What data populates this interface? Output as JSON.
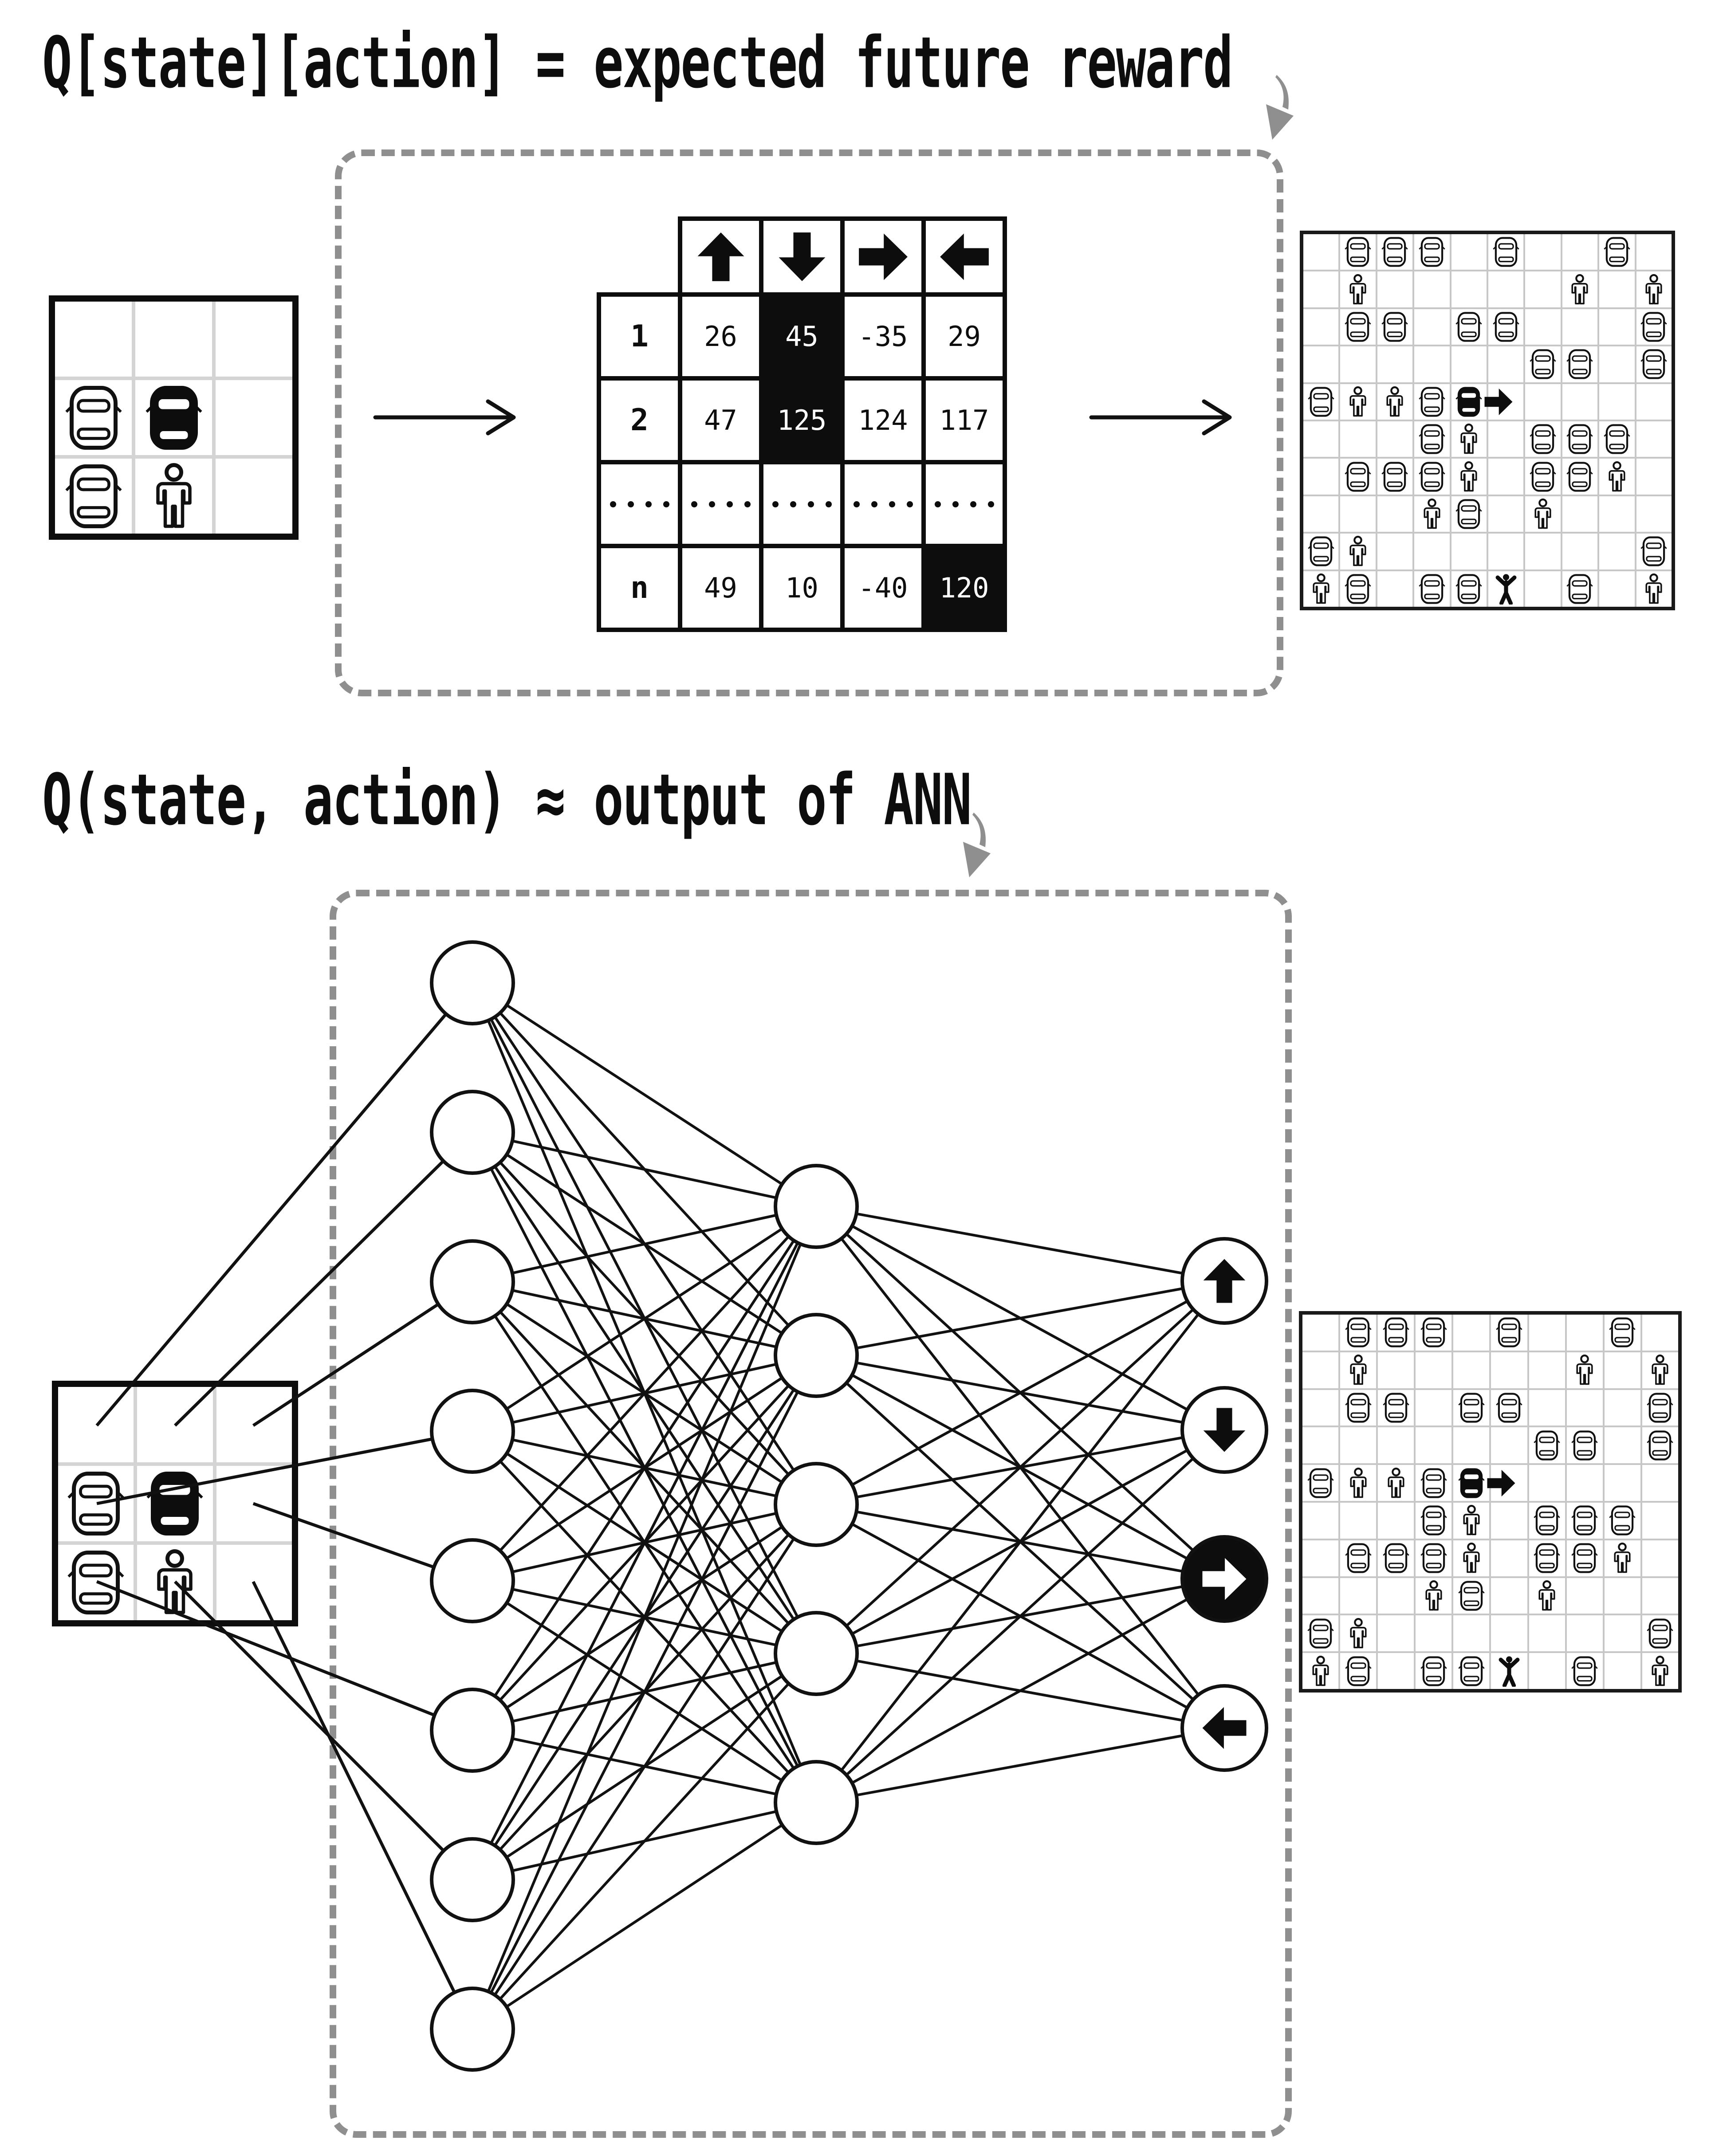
{
  "titles": {
    "q_table": "Q[state][action] = expected future reward",
    "q_ann": "Q(state, action) ≈ output of ANN"
  },
  "q_table": {
    "actions": [
      {
        "icon": "arrow-up"
      },
      {
        "icon": "arrow-down"
      },
      {
        "icon": "arrow-right"
      },
      {
        "icon": "arrow-left"
      }
    ],
    "rows": [
      {
        "label": "1",
        "values": [
          "26",
          "45",
          "-35",
          "29"
        ],
        "highlight": 1
      },
      {
        "label": "2",
        "values": [
          "47",
          "125",
          "124",
          "117"
        ],
        "highlight": 1
      },
      {
        "label": "dots",
        "values": [
          "dots",
          "dots",
          "dots",
          "dots"
        ],
        "highlight": -1
      },
      {
        "label": "n",
        "values": [
          "49",
          "10",
          "-40",
          "120"
        ],
        "highlight": 3
      }
    ]
  },
  "state_grid": {
    "cells": [
      [
        "",
        "",
        ""
      ],
      [
        "car",
        "car-black",
        ""
      ],
      [
        "car",
        "person",
        ""
      ]
    ]
  },
  "world_grid": {
    "cells": [
      [
        "",
        "car",
        "car",
        "car",
        "",
        "car",
        "",
        "",
        "car",
        ""
      ],
      [
        "",
        "person",
        "",
        "",
        "",
        "",
        "",
        "person",
        "",
        "person"
      ],
      [
        "",
        "car",
        "car",
        "",
        "car",
        "car",
        "",
        "",
        "",
        "car"
      ],
      [
        "",
        "",
        "",
        "",
        "",
        "",
        "car",
        "car",
        "",
        "car"
      ],
      [
        "car",
        "person",
        "person",
        "car",
        "car-black",
        "arrow-right",
        "",
        "",
        "",
        ""
      ],
      [
        "",
        "",
        "",
        "car",
        "person",
        "",
        "car",
        "car",
        "car",
        ""
      ],
      [
        "",
        "car",
        "car",
        "car",
        "person",
        "",
        "car",
        "car",
        "person",
        ""
      ],
      [
        "",
        "",
        "",
        "person",
        "car",
        "",
        "person",
        "",
        "",
        ""
      ],
      [
        "car",
        "person",
        "",
        "",
        "",
        "",
        "",
        "",
        "",
        "car"
      ],
      [
        "person",
        "car",
        "",
        "car",
        "car",
        "goal",
        "",
        "car",
        "",
        "person"
      ]
    ]
  },
  "network": {
    "input_count": 8,
    "hidden_count": 5,
    "outputs": [
      {
        "icon": "arrow-up",
        "active": false
      },
      {
        "icon": "arrow-down",
        "active": false
      },
      {
        "icon": "arrow-right",
        "active": true
      },
      {
        "icon": "arrow-left",
        "active": false
      }
    ]
  }
}
